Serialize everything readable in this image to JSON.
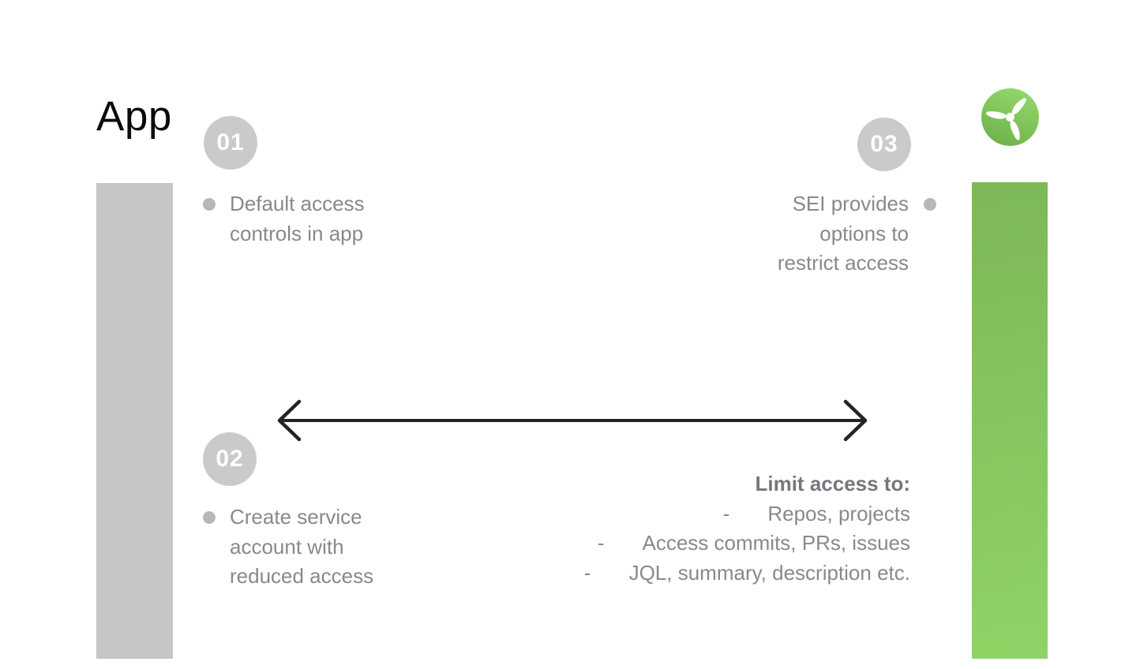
{
  "title": "App",
  "steps": [
    {
      "number": "01",
      "lines": [
        "Default access",
        "controls in app"
      ]
    },
    {
      "number": "02",
      "lines": [
        "Create service",
        "account with",
        "reduced access"
      ]
    },
    {
      "number": "03",
      "lines": [
        "SEI provides",
        "options to",
        "restrict access"
      ]
    }
  ],
  "limit_list": {
    "heading": "Limit access to:",
    "dash_char": "-",
    "items": [
      "Repos, projects",
      "Access commits, PRs, issues",
      "JQL, summary, description etc."
    ]
  },
  "icons": {
    "logo": "propeller-logo",
    "bullet": "dot-bullet",
    "arrow": "double-headed-arrow"
  },
  "colors": {
    "bar_gray": "#c5c6c8",
    "badge_gray": "#c9cacc",
    "bullet_gray": "#b5b8bb",
    "text_gray": "#87898e",
    "heading_gray": "#74777c",
    "title_black": "#0b0b0c",
    "arrow_black": "#232428",
    "green_top": "#7cb857",
    "green_bottom": "#8fd365",
    "logo_light": "#93d76c",
    "logo_dark": "#6fb24a"
  }
}
